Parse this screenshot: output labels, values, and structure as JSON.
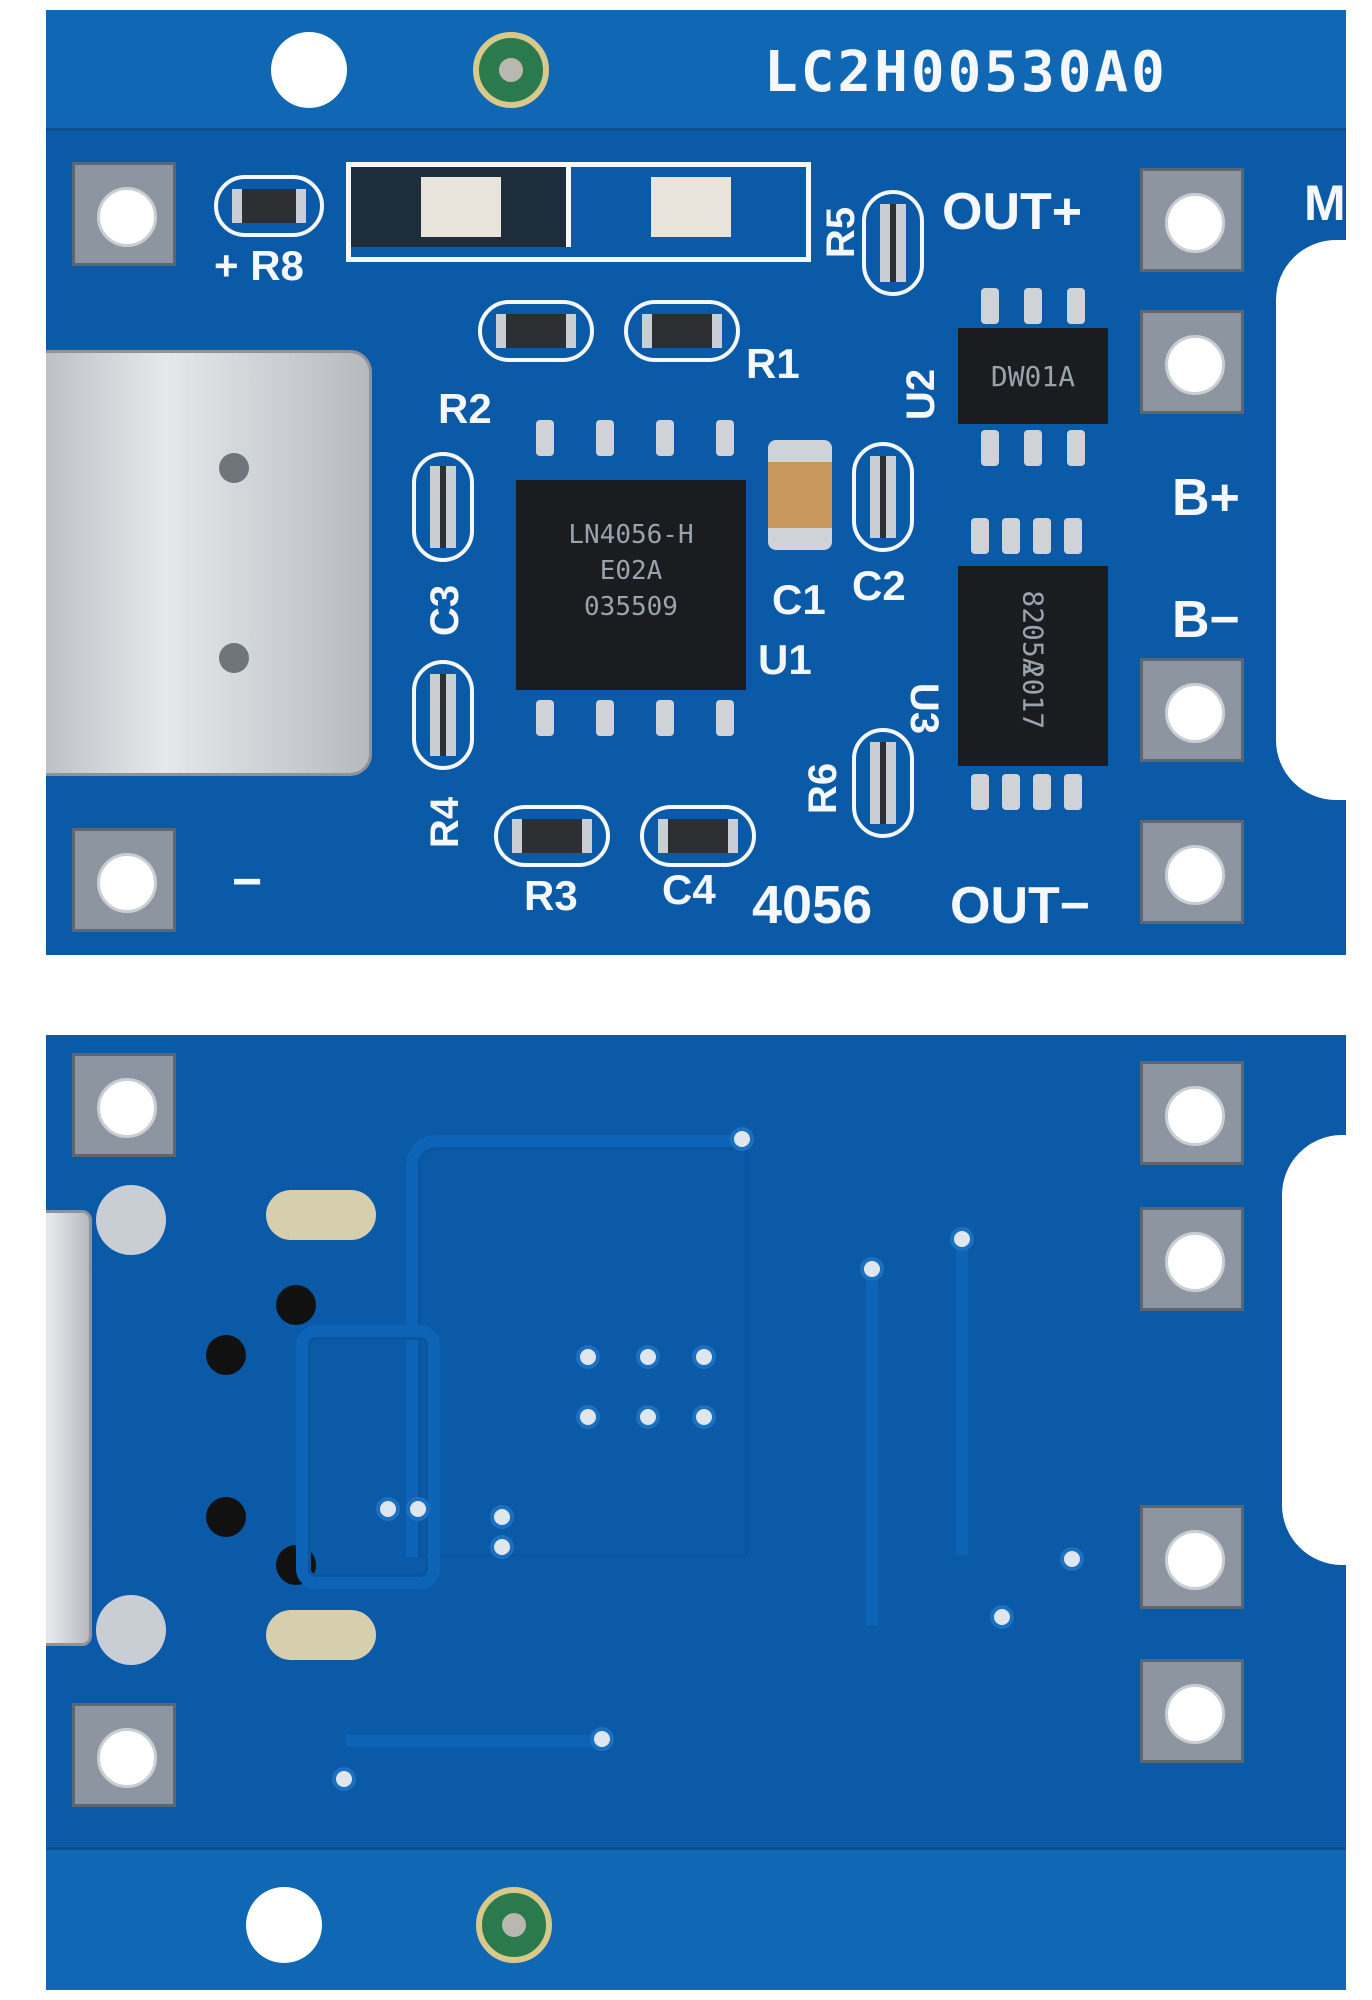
{
  "image": {
    "description": "",
    "colors": {
      "board": "#0a5aa8",
      "silkscreen": "#f4f7fb",
      "pad": "#8d96a0",
      "ic": "#1a1c1f"
    }
  },
  "top_board": {
    "board_code": "LC2H00530A0",
    "model": "4056",
    "marks": {
      "plus_r8": "+ R8",
      "r5": "R5",
      "out_plus": "OUT+",
      "m": "M",
      "r1": "R1",
      "r2": "R2",
      "u2": "U2",
      "b_plus": "B+",
      "b_minus": "B−",
      "c3": "C3",
      "c1": "C1",
      "c2": "C2",
      "u1": "U1",
      "u3": "U3",
      "r6": "R6",
      "r4": "R4",
      "r3": "R3",
      "c4": "C4",
      "out_minus": "OUT−",
      "minus": "−"
    },
    "chips": {
      "u1": [
        "LN4056-H",
        "E02A",
        "035509"
      ],
      "u2": "DW01A",
      "u3": [
        "8205A",
        "2017"
      ]
    }
  },
  "bottom_board": {}
}
